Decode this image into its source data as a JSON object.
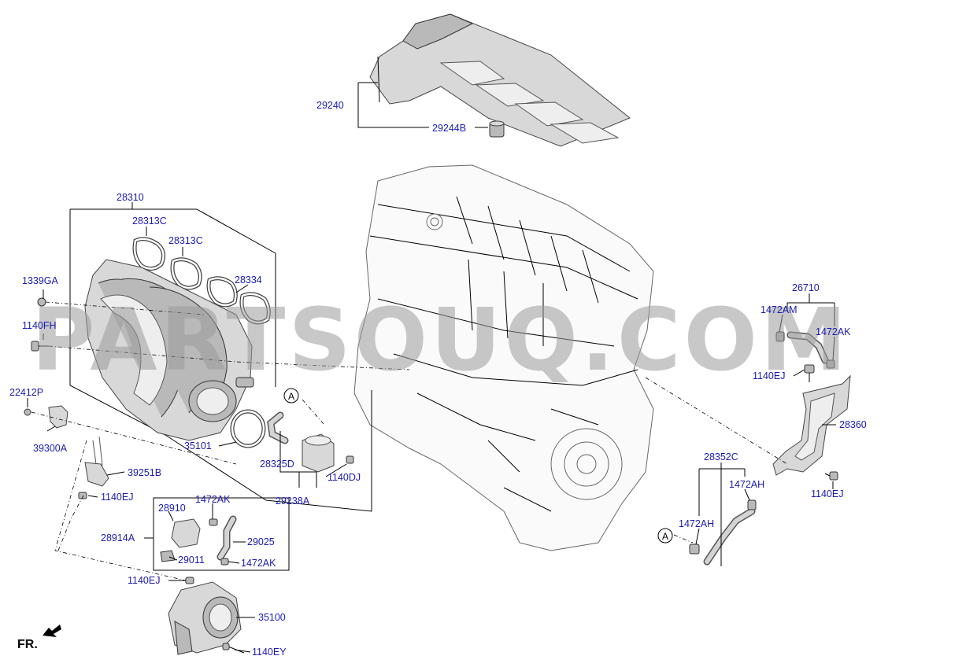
{
  "watermark": "PARTSOUQ.COM",
  "front_marker": "FR.",
  "callouts": {
    "a1": "A",
    "a2": "A"
  },
  "labels": {
    "p29240": "29240",
    "p29244B": "29244B",
    "p28310": "28310",
    "p28313C_1": "28313C",
    "p28313C_2": "28313C",
    "p28334": "28334",
    "p1339GA": "1339GA",
    "p1140FH": "1140FH",
    "p22412P": "22412P",
    "p39300A": "39300A",
    "p39251B": "39251B",
    "p1140EJ_1": "1140EJ",
    "p35101": "35101",
    "p28325D": "28325D",
    "p1140DJ": "1140DJ",
    "p29238A": "29238A",
    "p28910": "28910",
    "p1472AK_1": "1472AK",
    "p28914A": "28914A",
    "p29025": "29025",
    "p29011": "29011",
    "p1472AK_2": "1472AK",
    "p1140EJ_2": "1140EJ",
    "p35100": "35100",
    "p1140EY": "1140EY",
    "p26710": "26710",
    "p1472AM": "1472AM",
    "p1472AK_3": "1472AK",
    "p1140EJ_3": "1140EJ",
    "p28360": "28360",
    "p28352C": "28352C",
    "p1472AH_1": "1472AH",
    "p1472AH_2": "1472AH",
    "p1140EJ_4": "1140EJ"
  }
}
